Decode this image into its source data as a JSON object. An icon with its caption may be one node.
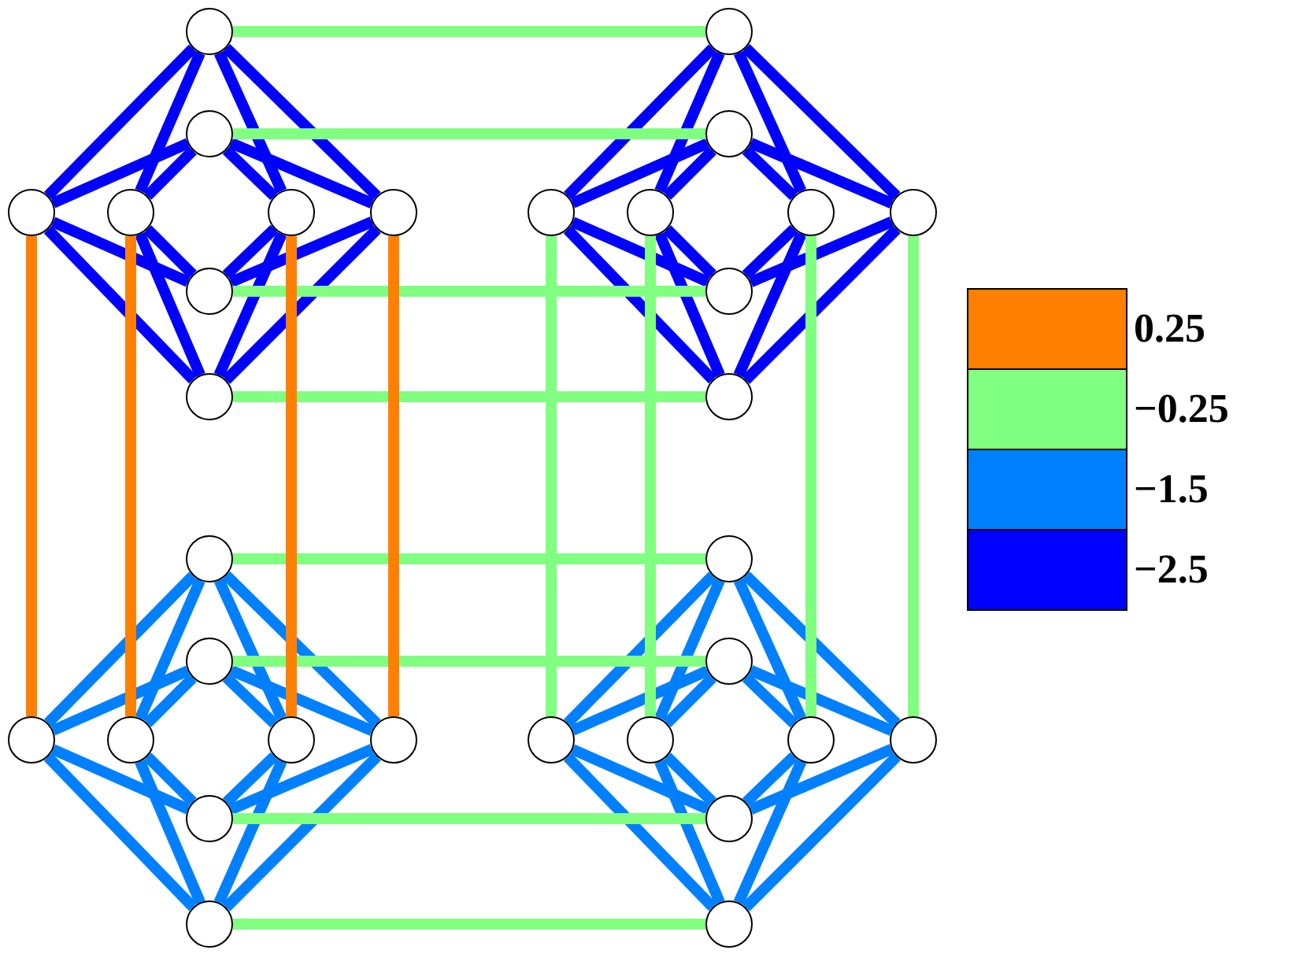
{
  "diagram": {
    "nodes": [
      {
        "text": [],
        "shape": "circle"
      },
      {
        "text": [],
        "shape": "circle"
      },
      {
        "text": [],
        "shape": "circle"
      },
      {
        "text": [],
        "shape": "circle"
      },
      {
        "text": [],
        "shape": "circle"
      },
      {
        "text": [],
        "shape": "circle"
      },
      {
        "text": [],
        "shape": "circle"
      },
      {
        "text": [],
        "shape": "circle"
      },
      {
        "text": [],
        "shape": "circle"
      },
      {
        "text": [],
        "shape": "circle"
      },
      {
        "text": [],
        "shape": "circle"
      },
      {
        "text": [],
        "shape": "circle"
      },
      {
        "text": [],
        "shape": "circle"
      },
      {
        "text": [],
        "shape": "circle"
      },
      {
        "text": [],
        "shape": "circle"
      },
      {
        "text": [],
        "shape": "circle"
      },
      {
        "text": [],
        "shape": "circle"
      },
      {
        "text": [],
        "shape": "circle"
      },
      {
        "text": [],
        "shape": "circle"
      },
      {
        "text": [],
        "shape": "circle"
      },
      {
        "text": [],
        "shape": "circle"
      },
      {
        "text": [],
        "shape": "circle"
      },
      {
        "text": [],
        "shape": "circle"
      },
      {
        "text": [],
        "shape": "circle"
      },
      {
        "text": [],
        "shape": "circle"
      },
      {
        "text": [],
        "shape": "circle"
      },
      {
        "text": [],
        "shape": "circle"
      },
      {
        "text": [],
        "shape": "circle"
      },
      {
        "text": [],
        "shape": "circle"
      },
      {
        "text": [],
        "shape": "circle"
      },
      {
        "text": [],
        "shape": "circle"
      },
      {
        "text": [],
        "shape": "circle"
      }
    ],
    "edges": [
      {
        "from": 0,
        "to": 2,
        "arrow": "none",
        "color": "#0000ff"
      },
      {
        "from": 0,
        "to": 3,
        "arrow": "none",
        "color": "#0000ff"
      },
      {
        "from": 0,
        "to": 4,
        "arrow": "none",
        "color": "#0000ff"
      },
      {
        "from": 0,
        "to": 5,
        "arrow": "none",
        "color": "#0000ff"
      },
      {
        "from": 1,
        "to": 2,
        "arrow": "none",
        "color": "#0000ff"
      },
      {
        "from": 1,
        "to": 3,
        "arrow": "none",
        "color": "#0000ff"
      },
      {
        "from": 1,
        "to": 4,
        "arrow": "none",
        "color": "#0000ff"
      },
      {
        "from": 1,
        "to": 5,
        "arrow": "none",
        "color": "#0000ff"
      },
      {
        "from": 6,
        "to": 2,
        "arrow": "none",
        "color": "#0000ff"
      },
      {
        "from": 6,
        "to": 3,
        "arrow": "none",
        "color": "#0000ff"
      },
      {
        "from": 6,
        "to": 4,
        "arrow": "none",
        "color": "#0000ff"
      },
      {
        "from": 6,
        "to": 5,
        "arrow": "none",
        "color": "#0000ff"
      },
      {
        "from": 7,
        "to": 2,
        "arrow": "none",
        "color": "#0000ff"
      },
      {
        "from": 7,
        "to": 3,
        "arrow": "none",
        "color": "#0000ff"
      },
      {
        "from": 7,
        "to": 4,
        "arrow": "none",
        "color": "#0000ff"
      },
      {
        "from": 7,
        "to": 5,
        "arrow": "none",
        "color": "#0000ff"
      },
      {
        "from": 8,
        "to": 10,
        "arrow": "none",
        "color": "#0000ff"
      },
      {
        "from": 8,
        "to": 11,
        "arrow": "none",
        "color": "#0000ff"
      },
      {
        "from": 8,
        "to": 12,
        "arrow": "none",
        "color": "#0000ff"
      },
      {
        "from": 8,
        "to": 13,
        "arrow": "none",
        "color": "#0000ff"
      },
      {
        "from": 9,
        "to": 10,
        "arrow": "none",
        "color": "#0000ff"
      },
      {
        "from": 9,
        "to": 11,
        "arrow": "none",
        "color": "#0000ff"
      },
      {
        "from": 9,
        "to": 12,
        "arrow": "none",
        "color": "#0000ff"
      },
      {
        "from": 9,
        "to": 13,
        "arrow": "none",
        "color": "#0000ff"
      },
      {
        "from": 14,
        "to": 10,
        "arrow": "none",
        "color": "#0000ff"
      },
      {
        "from": 14,
        "to": 11,
        "arrow": "none",
        "color": "#0000ff"
      },
      {
        "from": 14,
        "to": 12,
        "arrow": "none",
        "color": "#0000ff"
      },
      {
        "from": 14,
        "to": 13,
        "arrow": "none",
        "color": "#0000ff"
      },
      {
        "from": 15,
        "to": 10,
        "arrow": "none",
        "color": "#0000ff"
      },
      {
        "from": 15,
        "to": 11,
        "arrow": "none",
        "color": "#0000ff"
      },
      {
        "from": 15,
        "to": 12,
        "arrow": "none",
        "color": "#0000ff"
      },
      {
        "from": 15,
        "to": 13,
        "arrow": "none",
        "color": "#0000ff"
      },
      {
        "from": 16,
        "to": 18,
        "arrow": "none",
        "color": "#0080ff"
      },
      {
        "from": 16,
        "to": 19,
        "arrow": "none",
        "color": "#0080ff"
      },
      {
        "from": 16,
        "to": 20,
        "arrow": "none",
        "color": "#0080ff"
      },
      {
        "from": 16,
        "to": 21,
        "arrow": "none",
        "color": "#0080ff"
      },
      {
        "from": 17,
        "to": 18,
        "arrow": "none",
        "color": "#0080ff"
      },
      {
        "from": 17,
        "to": 19,
        "arrow": "none",
        "color": "#0080ff"
      },
      {
        "from": 17,
        "to": 20,
        "arrow": "none",
        "color": "#0080ff"
      },
      {
        "from": 17,
        "to": 21,
        "arrow": "none",
        "color": "#0080ff"
      },
      {
        "from": 22,
        "to": 18,
        "arrow": "none",
        "color": "#0080ff"
      },
      {
        "from": 22,
        "to": 19,
        "arrow": "none",
        "color": "#0080ff"
      },
      {
        "from": 22,
        "to": 20,
        "arrow": "none",
        "color": "#0080ff"
      },
      {
        "from": 22,
        "to": 21,
        "arrow": "none",
        "color": "#0080ff"
      },
      {
        "from": 23,
        "to": 18,
        "arrow": "none",
        "color": "#0080ff"
      },
      {
        "from": 23,
        "to": 19,
        "arrow": "none",
        "color": "#0080ff"
      },
      {
        "from": 23,
        "to": 20,
        "arrow": "none",
        "color": "#0080ff"
      },
      {
        "from": 23,
        "to": 21,
        "arrow": "none",
        "color": "#0080ff"
      },
      {
        "from": 24,
        "to": 26,
        "arrow": "none",
        "color": "#0080ff"
      },
      {
        "from": 24,
        "to": 27,
        "arrow": "none",
        "color": "#0080ff"
      },
      {
        "from": 24,
        "to": 28,
        "arrow": "none",
        "color": "#0080ff"
      },
      {
        "from": 24,
        "to": 29,
        "arrow": "none",
        "color": "#0080ff"
      },
      {
        "from": 25,
        "to": 26,
        "arrow": "none",
        "color": "#0080ff"
      },
      {
        "from": 25,
        "to": 27,
        "arrow": "none",
        "color": "#0080ff"
      },
      {
        "from": 25,
        "to": 28,
        "arrow": "none",
        "color": "#0080ff"
      },
      {
        "from": 25,
        "to": 29,
        "arrow": "none",
        "color": "#0080ff"
      },
      {
        "from": 30,
        "to": 26,
        "arrow": "none",
        "color": "#0080ff"
      },
      {
        "from": 30,
        "to": 27,
        "arrow": "none",
        "color": "#0080ff"
      },
      {
        "from": 30,
        "to": 28,
        "arrow": "none",
        "color": "#0080ff"
      },
      {
        "from": 30,
        "to": 29,
        "arrow": "none",
        "color": "#0080ff"
      },
      {
        "from": 31,
        "to": 26,
        "arrow": "none",
        "color": "#0080ff"
      },
      {
        "from": 31,
        "to": 27,
        "arrow": "none",
        "color": "#0080ff"
      },
      {
        "from": 31,
        "to": 28,
        "arrow": "none",
        "color": "#0080ff"
      },
      {
        "from": 31,
        "to": 29,
        "arrow": "none",
        "color": "#0080ff"
      },
      {
        "from": 0,
        "to": 8,
        "arrow": "none",
        "color": "#80ff80"
      },
      {
        "from": 1,
        "to": 9,
        "arrow": "none",
        "color": "#80ff80"
      },
      {
        "from": 6,
        "to": 14,
        "arrow": "none",
        "color": "#80ff80"
      },
      {
        "from": 7,
        "to": 15,
        "arrow": "none",
        "color": "#80ff80"
      },
      {
        "from": 16,
        "to": 24,
        "arrow": "none",
        "color": "#80ff80"
      },
      {
        "from": 17,
        "to": 25,
        "arrow": "none",
        "color": "#80ff80"
      },
      {
        "from": 22,
        "to": 30,
        "arrow": "none",
        "color": "#80ff80"
      },
      {
        "from": 23,
        "to": 31,
        "arrow": "none",
        "color": "#80ff80"
      },
      {
        "from": 2,
        "to": 18,
        "arrow": "none",
        "color": "#ff8000"
      },
      {
        "from": 3,
        "to": 19,
        "arrow": "none",
        "color": "#ff8000"
      },
      {
        "from": 4,
        "to": 20,
        "arrow": "none",
        "color": "#ff8000"
      },
      {
        "from": 5,
        "to": 21,
        "arrow": "none",
        "color": "#ff8000"
      },
      {
        "from": 10,
        "to": 26,
        "arrow": "none",
        "color": "#80ff80"
      },
      {
        "from": 11,
        "to": 27,
        "arrow": "none",
        "color": "#80ff80"
      },
      {
        "from": 12,
        "to": 28,
        "arrow": "none",
        "color": "#80ff80"
      },
      {
        "from": 13,
        "to": 29,
        "arrow": "none",
        "color": "#80ff80"
      }
    ],
    "legend": [
      {
        "text": "0.25",
        "color": "#ff8000"
      },
      {
        "text": "−0.25",
        "color": "#80ff80"
      },
      {
        "text": "−1.5",
        "color": "#0080ff"
      },
      {
        "text": "−2.5",
        "color": "#0000ff"
      }
    ]
  }
}
